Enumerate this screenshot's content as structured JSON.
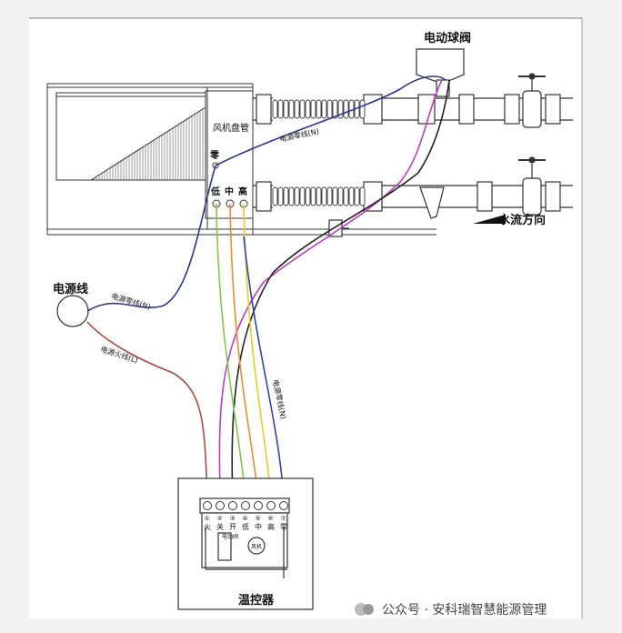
{
  "labels": {
    "valve_title": "电动球阀",
    "fan_coil": "风机盘管",
    "neutral_top": "零",
    "low": "低",
    "medium": "中",
    "high": "高",
    "power_line": "电源线",
    "water_flow": "水流方向",
    "thermostat": "温控器",
    "motor": "风机",
    "valve_box": "电动阀"
  },
  "wire_labels": {
    "neutral_fan": "电源零线(N)",
    "neutral_power": "电源零线(N)",
    "live_power": "电源火线(L)",
    "neutral_thermo": "电源零线(N)"
  },
  "terminals": {
    "numbers": [
      "①",
      "②",
      "③",
      "④",
      "⑤",
      "⑥",
      "⑦"
    ],
    "names": [
      "火",
      "关",
      "开",
      "低",
      "中",
      "高",
      "零"
    ]
  },
  "watermark": {
    "prefix": "公众号 · ",
    "name": "安科瑞智慧能源管理"
  },
  "colors": {
    "neutral": "#2d3590",
    "live": "#b04a3c",
    "magenta": "#c03cc0",
    "black": "#222222",
    "green": "#7fc94a",
    "orange": "#f08a2a",
    "yellow": "#e6cc2a",
    "blue": "#3344aa"
  }
}
